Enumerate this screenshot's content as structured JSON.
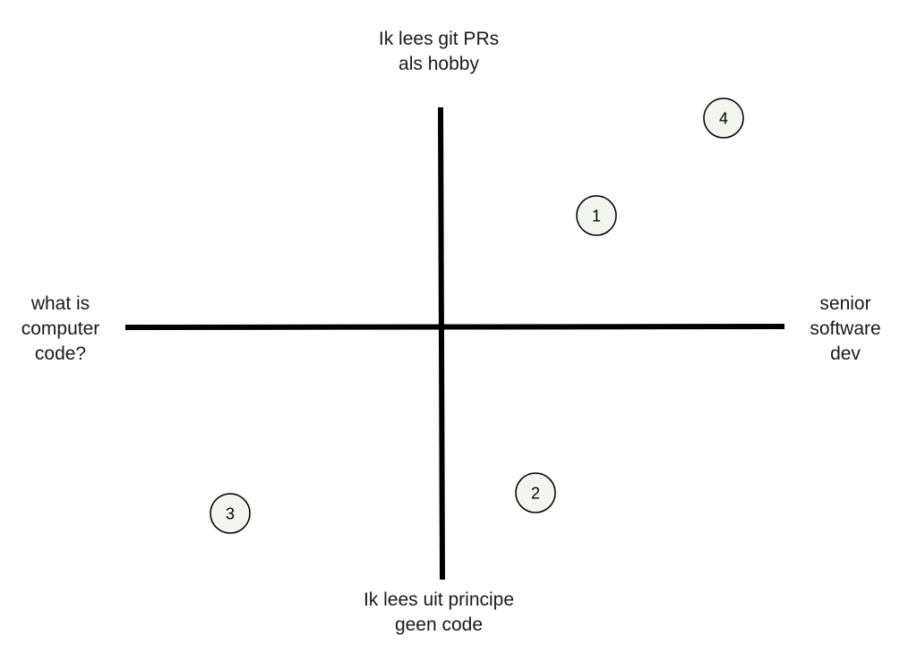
{
  "axes": {
    "top_label": "Ik lees git PRs\nals hobby",
    "bottom_label": "Ik lees uit principe\ngeen code",
    "left_label": "what is\ncomputer\ncode?",
    "right_label": "senior\nsoftware\ndev"
  },
  "markers": [
    {
      "label": "1"
    },
    {
      "label": "2"
    },
    {
      "label": "3"
    },
    {
      "label": "4"
    }
  ],
  "colors": {
    "axis_line": "#000000",
    "marker_fill": "#f3f6ee",
    "marker_stroke": "#000000",
    "text": "#1a1a1a"
  }
}
